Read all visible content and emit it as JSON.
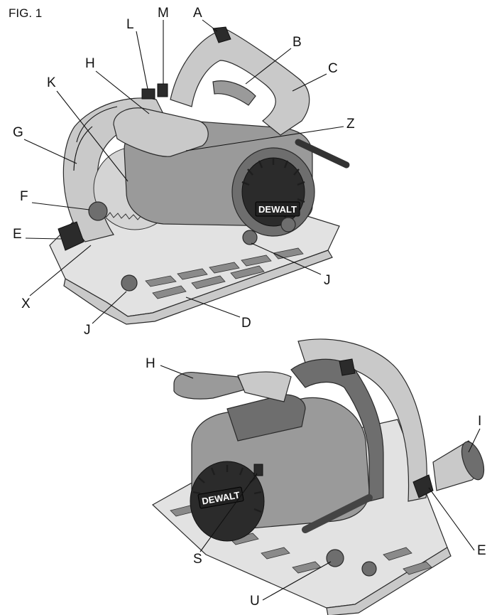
{
  "figure": {
    "title": "FIG. 1",
    "brand_text": "DEWALT",
    "brand_text_lower": "DEWALT"
  },
  "labels": {
    "A": "A",
    "B": "B",
    "C": "C",
    "D": "D",
    "E": "E",
    "F": "F",
    "G": "G",
    "H": "H",
    "J": "J",
    "K": "K",
    "L": "L",
    "M": "M",
    "X": "X",
    "Z": "Z",
    "H2": "H",
    "I": "I",
    "S": "S",
    "U": "U",
    "E2": "E"
  },
  "colors": {
    "ink": "#111111",
    "housing_dark": "#6e6e6e",
    "housing_light": "#c9c9c9",
    "badge": "#2b2b2b"
  }
}
